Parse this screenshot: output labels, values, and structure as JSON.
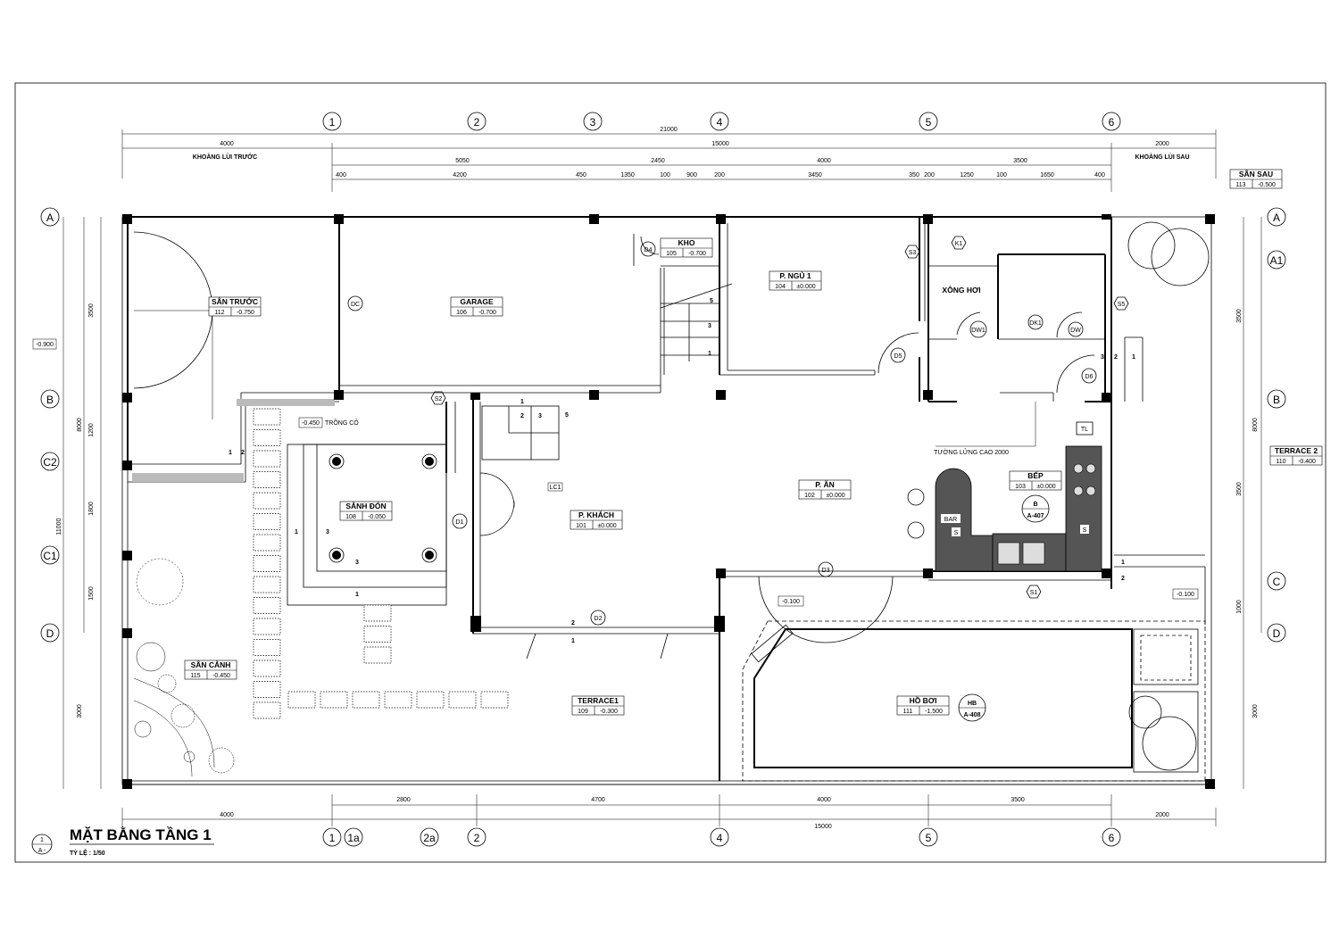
{
  "drawing": {
    "title": "MẶT BẰNG TẦNG 1",
    "scale": "TỶ LỆ : 1/50",
    "ref_top": "1",
    "ref_bottom": "A -"
  },
  "grid": {
    "top": [
      "1",
      "2",
      "3",
      "4",
      "5",
      "6"
    ],
    "bottom": [
      "1",
      "1a",
      "2a",
      "2",
      "4",
      "5",
      "6"
    ],
    "left": [
      "A",
      "B",
      "C2",
      "C1",
      "D"
    ],
    "right": [
      "A",
      "A1",
      "B",
      "C",
      "D"
    ]
  },
  "dims": {
    "total": "21000",
    "front_setback": "4000",
    "main": "15000",
    "rear_setback": "2000",
    "front_setback_label": "KHOẢNG LÙI TRƯỚC",
    "rear_setback_label": "KHOẢNG LÙI SAU",
    "row2": [
      "5050",
      "2450",
      "4000",
      "3500"
    ],
    "row3": [
      "400",
      "4200",
      "450",
      "1350",
      "100",
      "900",
      "200",
      "3450",
      "350",
      "200",
      "1250",
      "100",
      "1650",
      "400"
    ],
    "bottom_row": [
      "2800",
      "4700",
      "4000",
      "3500"
    ],
    "bottom_total": "15000",
    "bottom_left": "4000",
    "bottom_right": "2000",
    "left_total": "11000",
    "left_a": "8000",
    "left": [
      "3500",
      "1200",
      "1800",
      "1500",
      "3000"
    ],
    "right_a": "8000",
    "right": [
      "3500",
      "3500",
      "1000",
      "3000"
    ]
  },
  "rooms": [
    {
      "name": "SÂN TRƯỚC",
      "code": "112",
      "level": "-0.750"
    },
    {
      "name": "GARAGE",
      "code": "106",
      "level": "-0.700"
    },
    {
      "name": "KHO",
      "code": "105",
      "level": "-0.700"
    },
    {
      "name": "P. NGỦ 1",
      "code": "104",
      "level": "±0.000"
    },
    {
      "name": "SẢNH ĐÓN",
      "code": "108",
      "level": "-0.050"
    },
    {
      "name": "P. KHÁCH",
      "code": "101",
      "level": "±0.000"
    },
    {
      "name": "P. ĂN",
      "code": "102",
      "level": "±0.000"
    },
    {
      "name": "BẾP",
      "code": "103",
      "level": "±0.000"
    },
    {
      "name": "SÂN CẢNH",
      "code": "115",
      "level": "-0.450"
    },
    {
      "name": "TERRACE1",
      "code": "109",
      "level": "-0.300"
    },
    {
      "name": "HỒ BƠI",
      "code": "111",
      "level": "-1.500"
    },
    {
      "name": "TERRACE 2",
      "code": "110",
      "level": "-0.400"
    },
    {
      "name": "SÂN SAU",
      "code": "113",
      "level": "-0.500"
    }
  ],
  "notes": {
    "xong_hoi": "XÔNG HƠI",
    "wall_note": "TƯỜNG LỬNG CAO 2000",
    "grass": "TRỒNG CỎ",
    "grass_level": "-0.450",
    "left_level": "-0.900",
    "terrace_level": "-0.100",
    "right_level": "-0.100",
    "bar": "BAR",
    "s": "S",
    "tl": "TL",
    "lc1": "LC1"
  },
  "tags": {
    "doors": [
      "D1",
      "D2",
      "D3",
      "D4",
      "D5",
      "D6",
      "DC",
      "DW1",
      "DW",
      "DK1"
    ],
    "windows": [
      "S1",
      "S2",
      "S3",
      "S5",
      "K1"
    ]
  },
  "callouts": {
    "kitchen": {
      "top": "B",
      "bottom": "A-407"
    },
    "pool": {
      "top": "HB",
      "bottom": "A-408"
    }
  },
  "steps": {
    "stair": [
      "1",
      "3",
      "5"
    ],
    "s2": [
      "1",
      "2",
      "3",
      "5"
    ],
    "sanh": [
      "1",
      "2",
      "3",
      "1",
      "3",
      "1"
    ],
    "terrace": [
      "2",
      "1"
    ],
    "right_a": [
      "3",
      "2",
      "1"
    ],
    "right_b": [
      "1",
      "2"
    ]
  }
}
